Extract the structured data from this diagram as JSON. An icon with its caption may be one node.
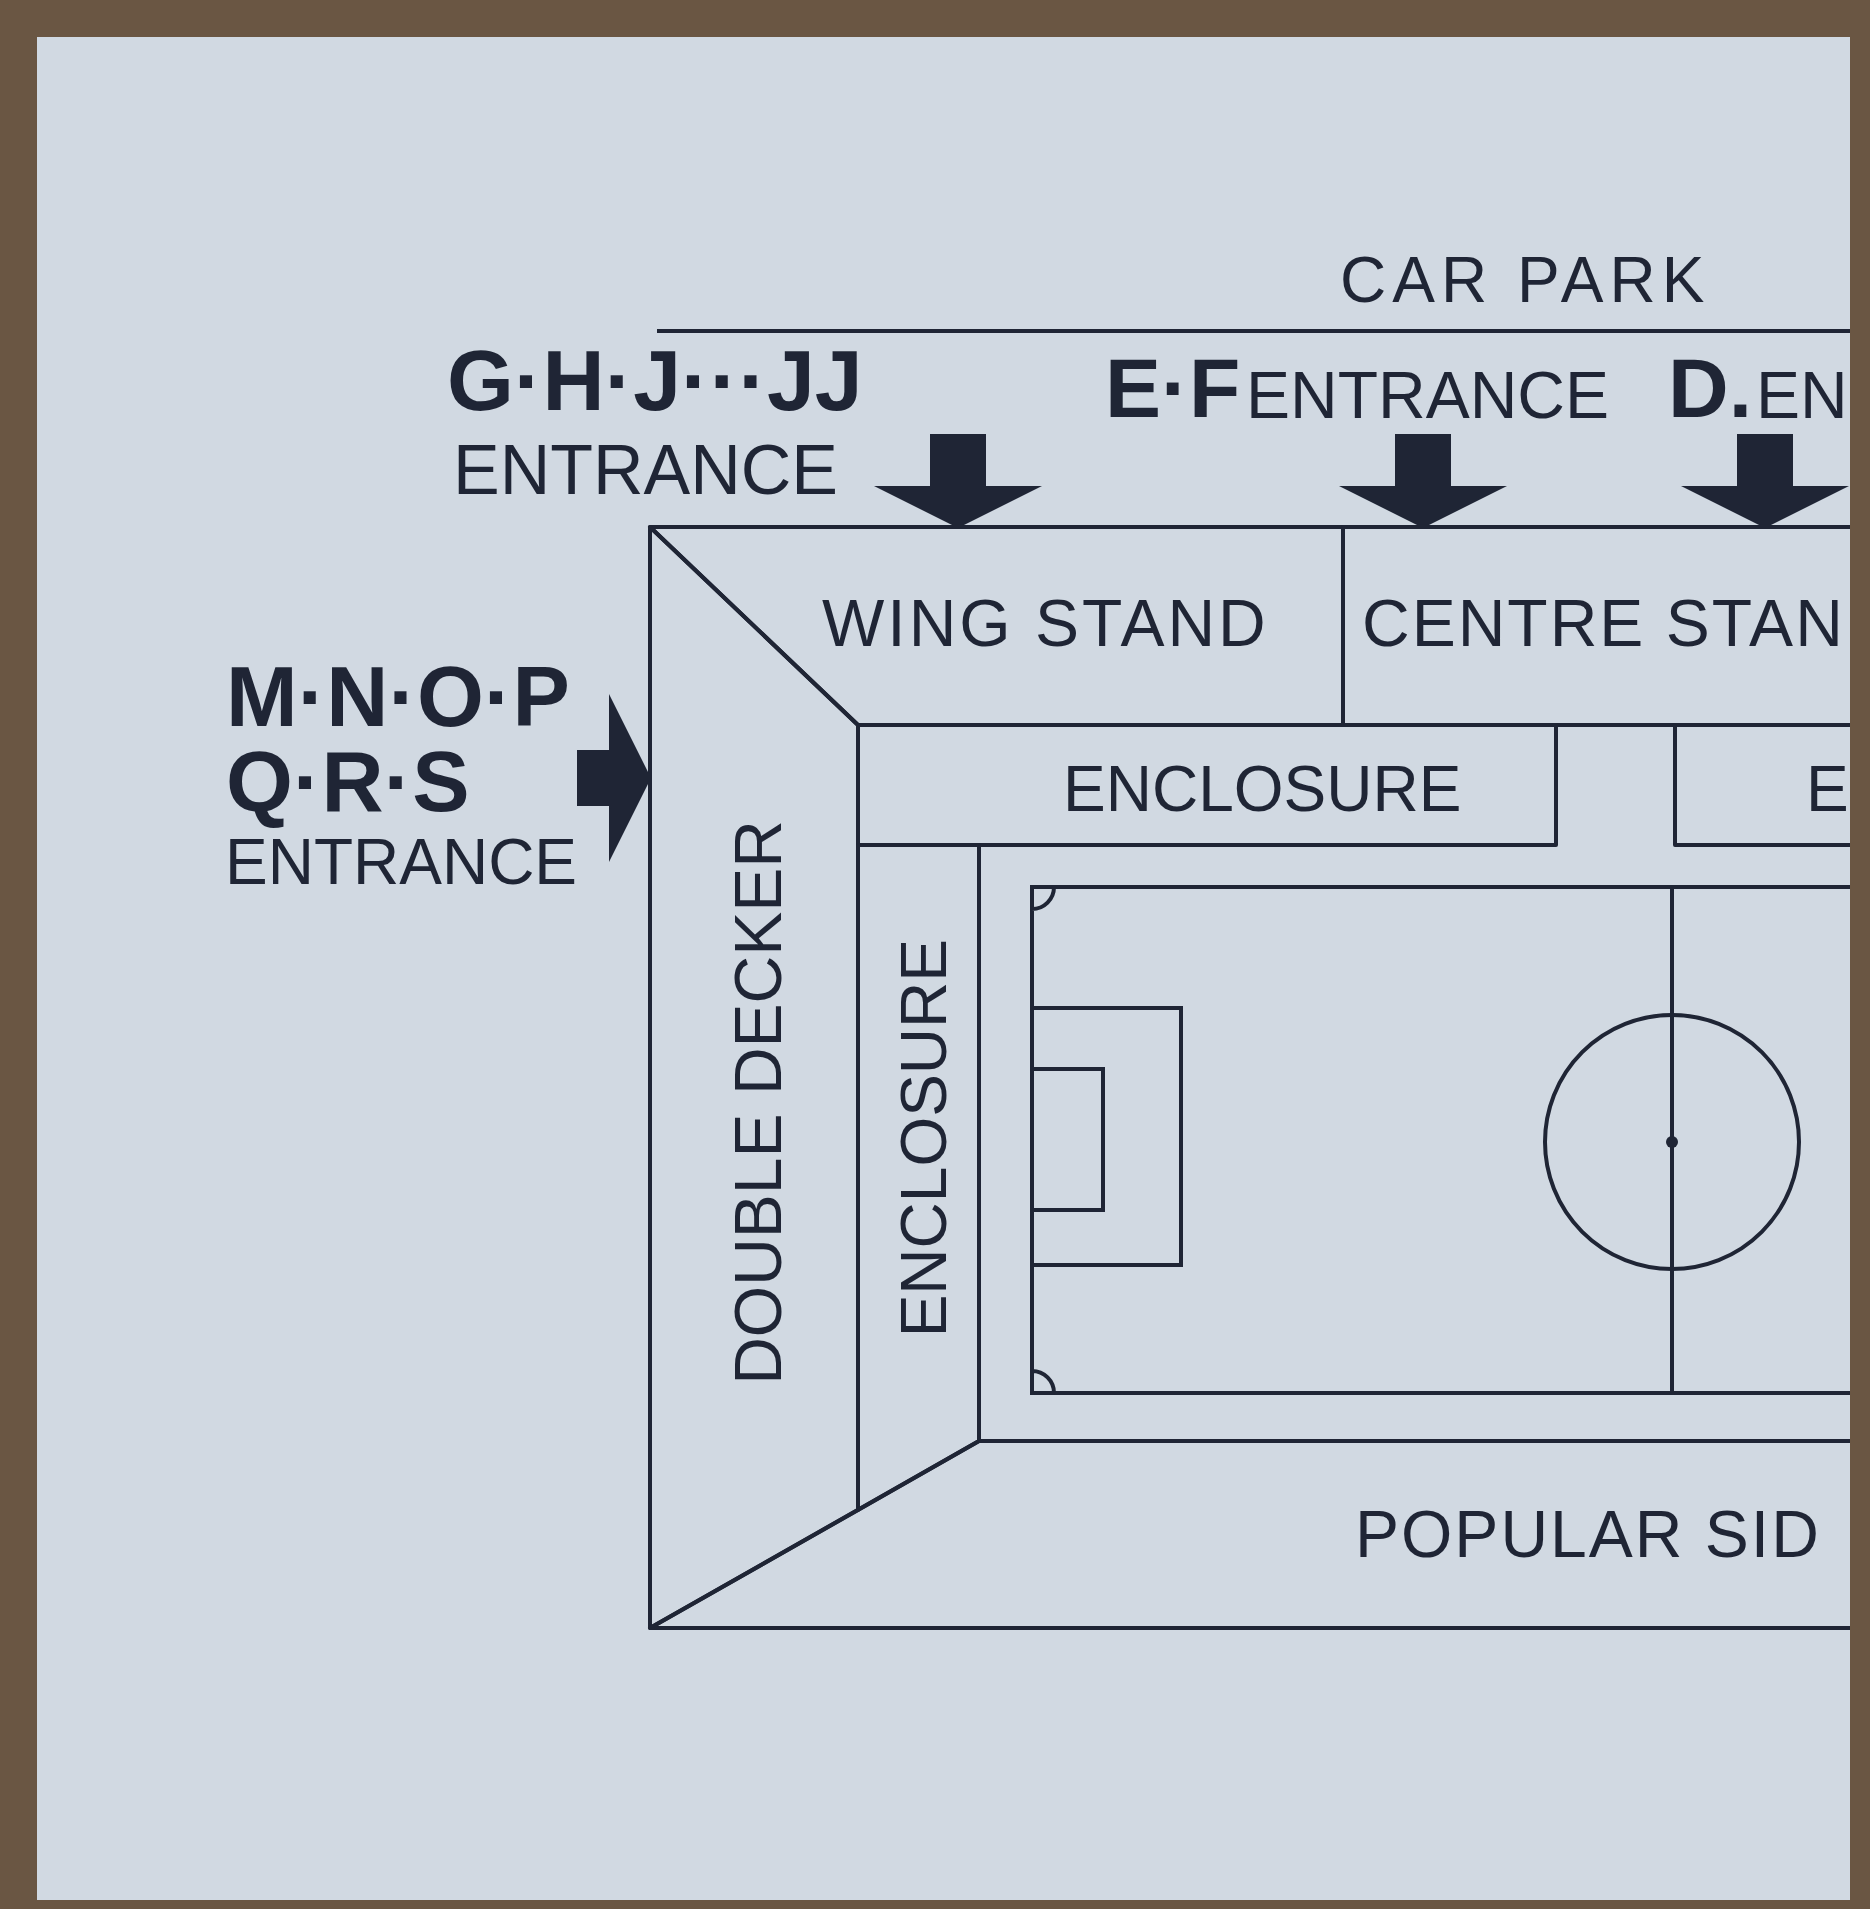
{
  "diagram": {
    "nodes": [
      {
        "text": [
          "G·H·J···JJ",
          "ENTRANCE"
        ]
      },
      {
        "text": [
          "E·F",
          "ENTRANCE"
        ]
      },
      {
        "text": [
          "D.",
          "EN"
        ]
      },
      {
        "text": [
          "WING STAND"
        ]
      },
      {
        "text": [
          "CENTRE STAN"
        ]
      },
      {
        "text": [
          "M·N·O·P Q·R·S",
          "ENTRANCE"
        ]
      },
      {
        "text": [
          "ENCLOSURE"
        ]
      },
      {
        "text": [
          "E"
        ]
      },
      {
        "text": [
          "DOUBLE DECKER"
        ]
      },
      {
        "text": [
          "ENCLOSURE"
        ]
      },
      {
        "text": [
          "POPULAR SID"
        ]
      }
    ],
    "edges": [
      {
        "from": null,
        "to": 3,
        "arrow": "to"
      },
      {
        "from": 1,
        "to": 4,
        "arrow": "to"
      },
      {
        "from": 2,
        "to": 4,
        "arrow": "to"
      },
      {
        "from": 5,
        "to": 8,
        "arrow": "to"
      }
    ],
    "labels": [
      "CAR PARK"
    ]
  }
}
